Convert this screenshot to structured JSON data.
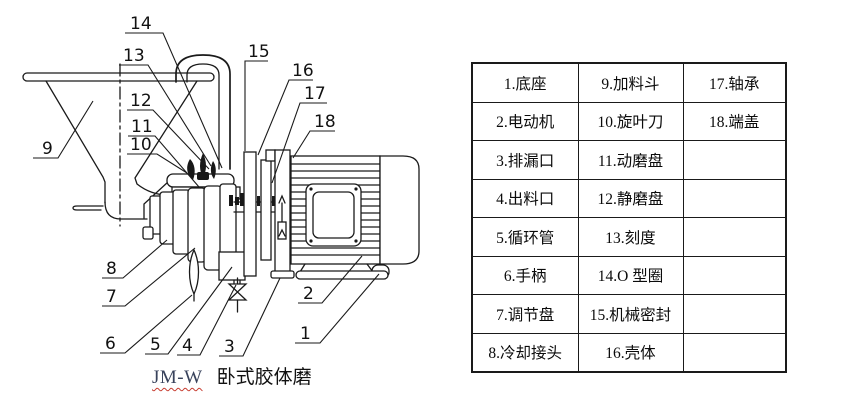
{
  "colors": {
    "ink": "#1a1a1a",
    "caption_model_text": "#39435c",
    "spellcheck_underline": "#c63b2f",
    "background": "#ffffff"
  },
  "diagram": {
    "caption": {
      "model": "JM-W",
      "name": "卧式胶体磨"
    },
    "callouts": {
      "c1": "1",
      "c2": "2",
      "c3": "3",
      "c4": "4",
      "c5": "5",
      "c6": "6",
      "c7": "7",
      "c8": "8",
      "c9": "9",
      "c10": "10",
      "c11": "11",
      "c12": "12",
      "c13": "13",
      "c14": "14",
      "c15": "15",
      "c16": "16",
      "c17": "17",
      "c18": "18"
    }
  },
  "parts_table": {
    "rows": [
      [
        "1.底座",
        "9.加料斗",
        "17.轴承"
      ],
      [
        "2.电动机",
        "10.旋叶刀",
        "18.端盖"
      ],
      [
        "3.排漏口",
        "11.动磨盘",
        ""
      ],
      [
        "4.出料口",
        "12.静磨盘",
        ""
      ],
      [
        "5.循环管",
        "13.刻度",
        ""
      ],
      [
        "6.手柄",
        "14.O 型圈",
        ""
      ],
      [
        "7.调节盘",
        "15.机械密封",
        ""
      ],
      [
        "8.冷却接头",
        "16.壳体",
        ""
      ]
    ]
  }
}
